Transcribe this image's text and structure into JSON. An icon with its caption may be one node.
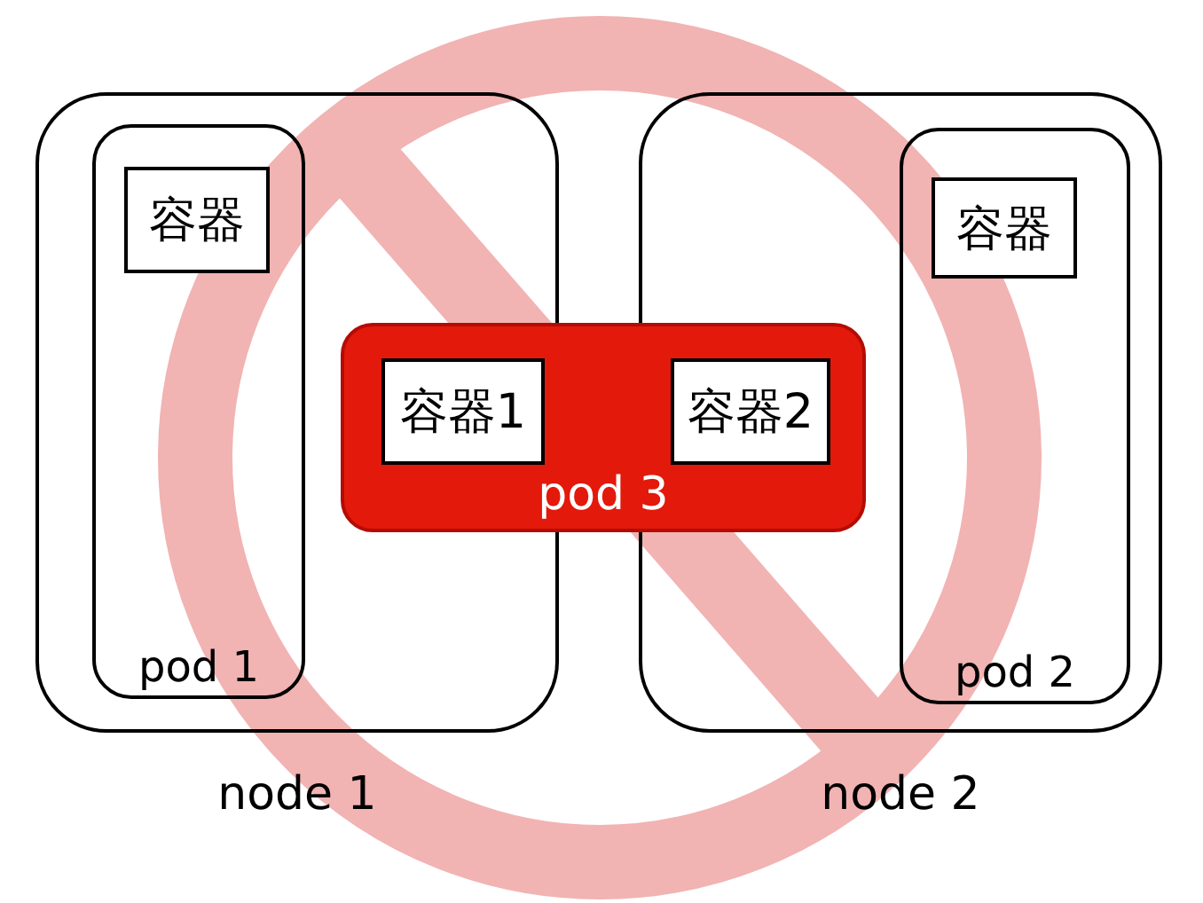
{
  "diagram": {
    "nodes": [
      {
        "text": [
          "node 1"
        ]
      },
      {
        "text": [
          "pod 1"
        ],
        "in": 0
      },
      {
        "text": [
          "容器"
        ],
        "in": 1
      },
      {
        "text": [
          "node 2"
        ]
      },
      {
        "text": [
          "pod 2"
        ],
        "in": 3
      },
      {
        "text": [
          "容器"
        ],
        "in": 4
      },
      {
        "text": [
          "pod 3"
        ]
      },
      {
        "text": [
          "容器1"
        ]
      },
      {
        "text": [
          "容器2"
        ]
      }
    ]
  }
}
